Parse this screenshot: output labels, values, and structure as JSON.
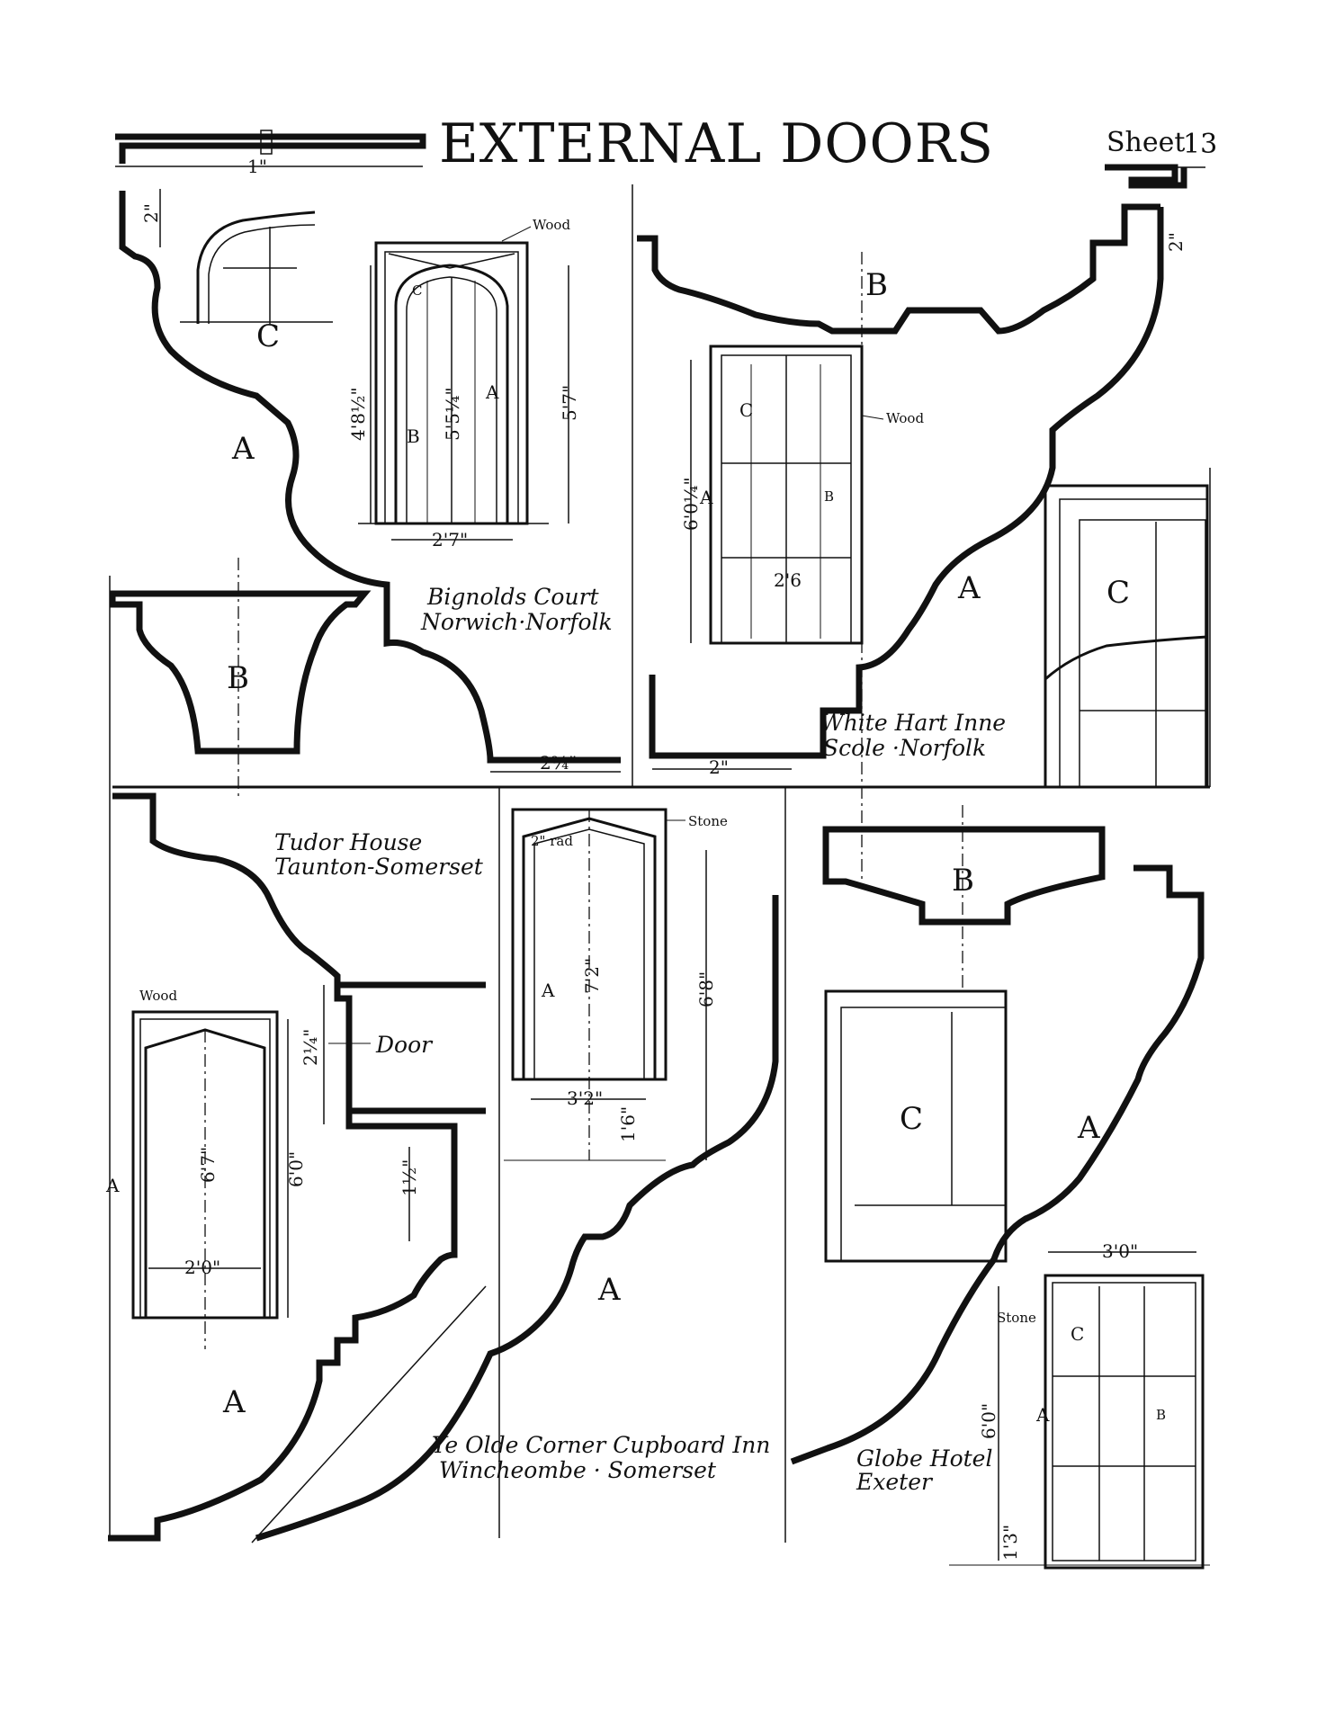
{
  "header": {
    "title": "EXTERNAL DOORS",
    "sheet_label": "Sheet",
    "sheet_number": "13"
  },
  "captions": {
    "bignolds": [
      "Bignolds Court",
      "Norwich·Norfolk"
    ],
    "white_hart": [
      "White Hart Inne",
      "Scole ·Norfolk"
    ],
    "tudor": [
      "Tudor House",
      "Taunton-Somerset"
    ],
    "ye_olde": [
      "Ye Olde Corner Cupboard Inn",
      "Wincheombe · Somerset"
    ],
    "globe": [
      "Globe Hotel",
      "Exeter"
    ]
  },
  "materials": {
    "wood": "Wood",
    "stone": "Stone",
    "door": "Door"
  },
  "section_letters": {
    "a": "A",
    "b": "B",
    "c": "C"
  },
  "dimensions": {
    "d1": "1\"",
    "d2": "2\"",
    "d_4_8_half": "4'8½\"",
    "d_5_5_q": "5'5¼\"",
    "d_5_7": "5'7\"",
    "d_2_7": "2'7\"",
    "d_2_3_q": "2¾\"",
    "d_6_0_q": "6'0¼\"",
    "d_2_6": "2'6",
    "d_2in": "2\"",
    "d_2_rad": "2\" rad",
    "d_7_2": "7'2\"",
    "d_6_8": "6'8\"",
    "d_3_2": "3'2\"",
    "d_1_6": "1'6\"",
    "d_2_q": "2¼\"",
    "d_6_7": "6'7\"",
    "d_6_0": "6'0\"",
    "d_1_half": "1½\"",
    "d_2_0": "2'0\"",
    "d_3_0": "3'0\"",
    "d_6_0b": "6'0\"",
    "d_1_3": "1'3\""
  }
}
